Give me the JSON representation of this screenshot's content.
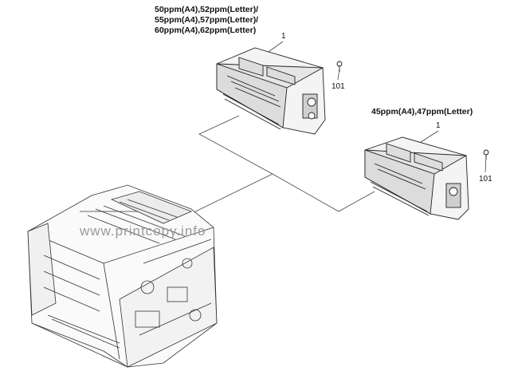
{
  "labels": {
    "spec_upper": [
      "50ppm(A4),52ppm(Letter)/",
      "55ppm(A4),57ppm(Letter)/",
      "60ppm(A4),62ppm(Letter)"
    ],
    "spec_lower": "45ppm(A4),47ppm(Letter)",
    "callout_part_upper": "1",
    "callout_screw_upper": "101",
    "callout_part_lower": "1",
    "callout_screw_lower": "101"
  },
  "watermark": "www.printcopy.info"
}
